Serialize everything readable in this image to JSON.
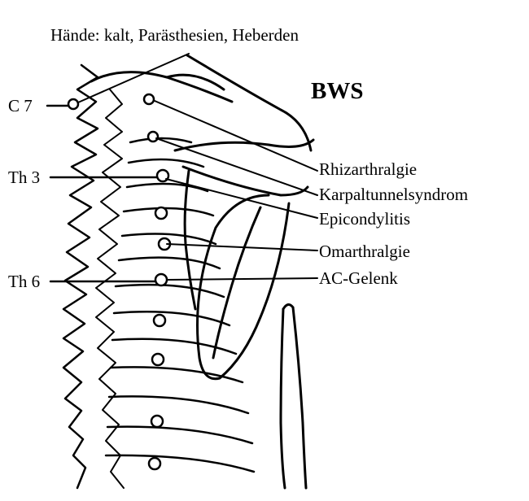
{
  "figure": {
    "region_title": "BWS",
    "top_note": "Hände: kalt, Parästhesien, Heberden",
    "vertebra_labels": [
      "C 7",
      "Th 3",
      "Th 6"
    ],
    "condition_labels": [
      "Rhizarthralgie",
      "Karpaltunnelsyndrom",
      "Epicondylitis",
      "Omarthralgie",
      "AC-Gelenk"
    ],
    "ink_color": "#000000",
    "paper_color": "#ffffff"
  }
}
